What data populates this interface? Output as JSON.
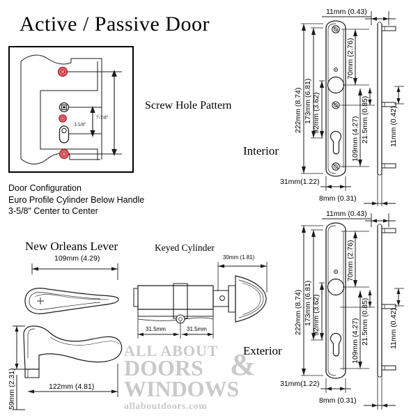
{
  "title": "Active / Passive Door",
  "pattern": {
    "caption": "Screw Hole Pattern",
    "dim_outer": "7-7/8\"",
    "dim_inner": "3-5/8\""
  },
  "door_config": {
    "line1": "Door Configuration",
    "line2": "Euro Profile Cylinder Below Handle",
    "line3": "3-5/8\" Center to Center"
  },
  "views": {
    "interior_label": "Interior",
    "exterior_label": "Exterior"
  },
  "plate_dimensions": {
    "top_width": "11mm (0.43)",
    "overall_length": "222mm (8.74)",
    "length_173": "173mm (6.81)",
    "length_92": "92mm (3.62)",
    "length_70": "70mm (2.76)",
    "length_109": "109mm (4.27)",
    "length_21_5": "21.5mm (0.85)",
    "length_11": "11mm (0.42)",
    "bottom_31": "31mm(1.22)",
    "bottom_8": "8mm (0.31)"
  },
  "lever": {
    "title": "New Orleans Lever",
    "dim_109": "109mm (4.29)",
    "dim_122": "122mm (4.81)",
    "dim_59": "59mm (2.31)"
  },
  "cylinder": {
    "title": "Keyed Cylinder",
    "dim_30": "30mm (1.81)",
    "dim_left": "31.5mm",
    "dim_right": "31.5mm"
  },
  "watermark": {
    "line1": "ALL ABOUT",
    "amp": "&",
    "line2": "DOORS",
    "line3": "WINDOWS",
    "line4": "allaboutdoors.com"
  },
  "colors": {
    "screw_red": "#e8616a",
    "ink": "#1a1a1a",
    "watermark_gray": "#c9c9c9"
  }
}
